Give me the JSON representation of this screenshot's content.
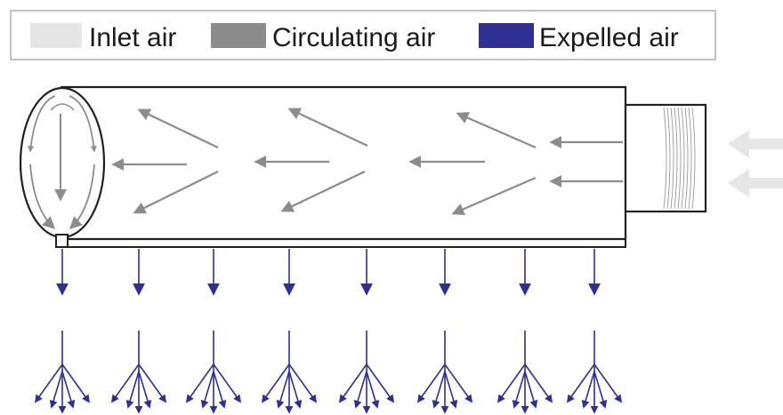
{
  "legend": {
    "items": [
      {
        "label": "Inlet air",
        "color": "#e6e6e6"
      },
      {
        "label": "Circulating air",
        "color": "#8c8c8c"
      },
      {
        "label": "Expelled air",
        "color": "#2e3192"
      }
    ]
  },
  "colors": {
    "outline": "#231f20",
    "inlet": "#e6e6e6",
    "circulating": "#8c8c8c",
    "expelled": "#2e3192",
    "background": "#ffffff"
  }
}
